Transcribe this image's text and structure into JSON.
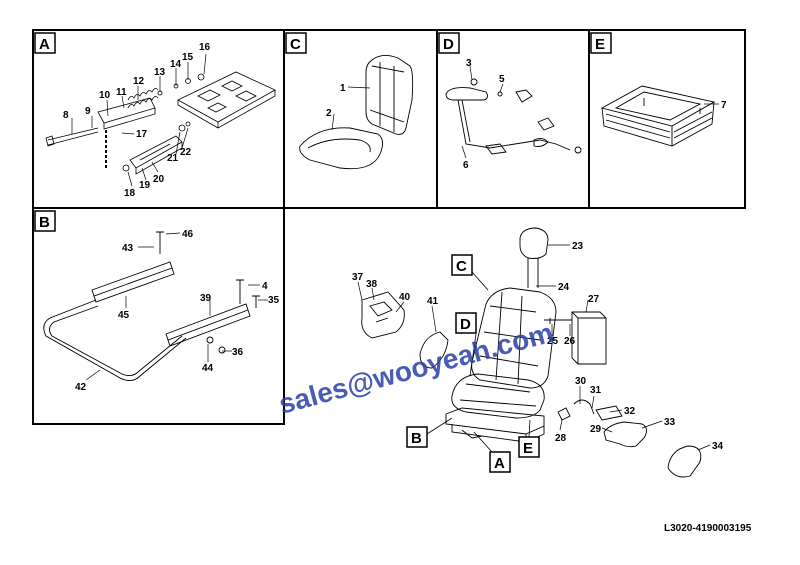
{
  "panels": {
    "A": "A",
    "B": "B",
    "C": "C",
    "D": "D",
    "E": "E"
  },
  "callouts": {
    "c1": "1",
    "c2": "2",
    "c3": "3",
    "c4": "4",
    "c5": "5",
    "c6": "6",
    "c7": "7",
    "c8": "8",
    "c9": "9",
    "c10": "10",
    "c11": "11",
    "c12": "12",
    "c13": "13",
    "c14": "14",
    "c15": "15",
    "c16": "16",
    "c17": "17",
    "c18": "18",
    "c19": "19",
    "c20": "20",
    "c21": "21",
    "c22": "22",
    "c23": "23",
    "c24": "24",
    "c25": "25",
    "c26": "26",
    "c27": "27",
    "c28": "28",
    "c29": "29",
    "c30": "30",
    "c31": "31",
    "c32": "32",
    "c33": "33",
    "c34": "34",
    "c35": "35",
    "c36": "36",
    "c37": "37",
    "c38": "38",
    "c39": "39",
    "c40": "40",
    "c41": "41",
    "c42": "42",
    "c43": "43",
    "c44": "44",
    "c45": "45",
    "c46": "46"
  },
  "watermark": "sales@wooyeah.com",
  "sheet_code": "L3020-4190003195"
}
